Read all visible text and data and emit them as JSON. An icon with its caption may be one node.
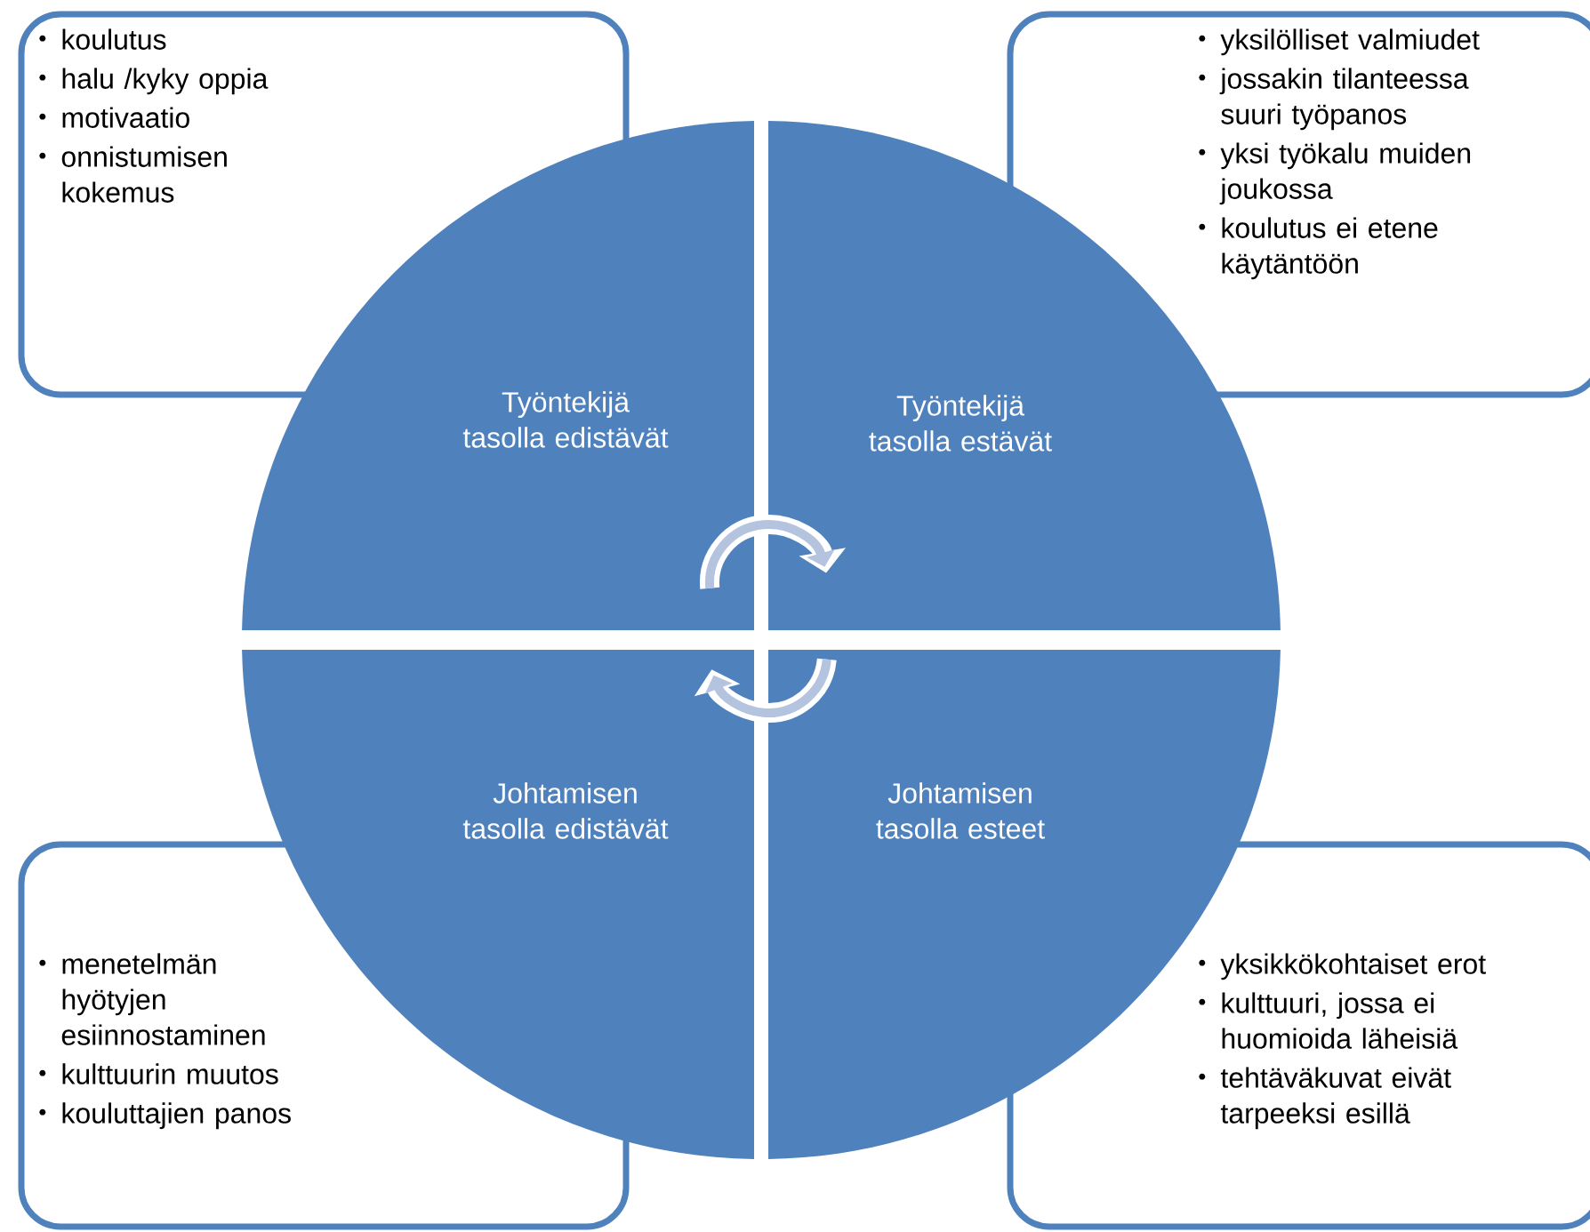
{
  "diagram": {
    "nodes": [
      {
        "text": [
          "koulutus",
          "halu /kyky oppia",
          "motivaatio",
          "onnistumisen kokemus"
        ]
      },
      {
        "text": [
          "yksilölliset valmiudet",
          "jossakin tilanteessa suuri työpanos",
          "yksi työkalu muiden joukossa",
          "koulutus ei etene käytäntöön"
        ]
      },
      {
        "text": [
          "Työntekijä tasolla edistävät"
        ]
      },
      {
        "text": [
          "Työntekijä tasolla estävät"
        ]
      },
      {
        "text": [
          "Johtamisen tasolla edistävät"
        ]
      },
      {
        "text": [
          "Johtamisen tasolla esteet"
        ]
      },
      {
        "text": [
          "menetelmän hyötyjen esiinnostaminen",
          "kulttuurin muutos",
          "kouluttajien panos"
        ]
      },
      {
        "text": [
          "yksikkökohtaiset erot",
          "kulttuuri, jossa ei huomioida läheisiä",
          "tehtäväkuvat eivät tarpeeksi esillä"
        ]
      }
    ],
    "edges": [
      {
        "from": 2,
        "to": 3,
        "arrow": "to"
      },
      {
        "from": 5,
        "to": 4,
        "arrow": "to"
      }
    ]
  }
}
